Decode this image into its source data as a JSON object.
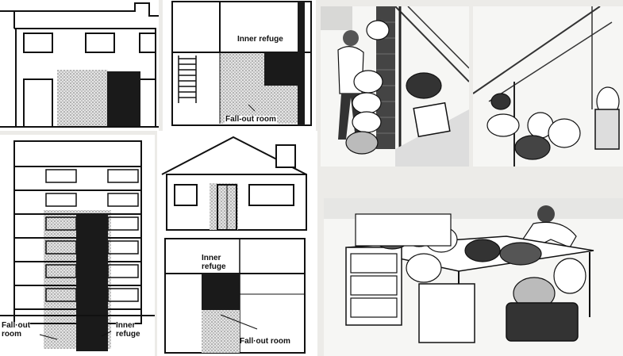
{
  "labels": {
    "inner_refuge_top": "Inner refuge",
    "fallout_room_top": "Fall-out room",
    "fallout_room_left_1": "Fall·out",
    "fallout_room_left_2": "room",
    "inner_refuge_left_1": "Inner",
    "inner_refuge_left_2": "refuge",
    "inner_refuge_bungalow_1": "Inner",
    "inner_refuge_bungalow_2": "refuge",
    "fallout_room_bungalow": "Fall·out room"
  },
  "colors": {
    "refuge": "#1a1a1a",
    "fallout_stipple": "#c9c9c9",
    "line": "#111111",
    "paper": "#ffffff",
    "background": "#ecebe8"
  }
}
